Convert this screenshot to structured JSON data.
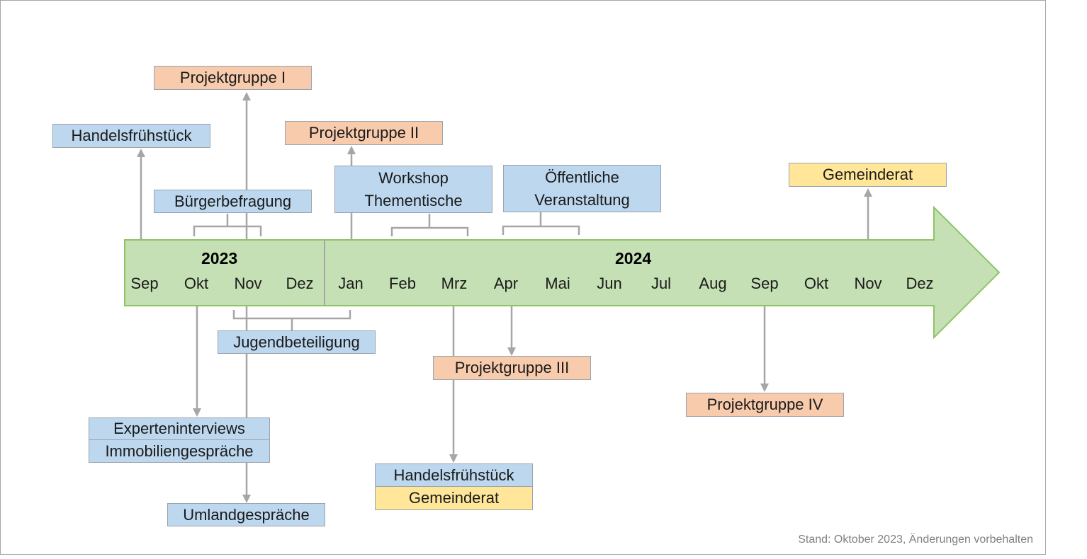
{
  "timeline": {
    "years": [
      "2023",
      "2024"
    ],
    "months": [
      "Sep",
      "Okt",
      "Nov",
      "Dez",
      "Jan",
      "Feb",
      "Mrz",
      "Apr",
      "Mai",
      "Jun",
      "Jul",
      "Aug",
      "Sep",
      "Okt",
      "Nov",
      "Dez"
    ]
  },
  "events": {
    "handelsfruehstueck_top": "Handelsfrühstück",
    "projektgruppe_1": "Projektgruppe I",
    "buergerbefragung": "Bürgerbefragung",
    "projektgruppe_2": "Projektgruppe II",
    "workshop_line1": "Workshop",
    "workshop_line2": "Thementische",
    "veranstaltung_line1": "Öffentliche",
    "veranstaltung_line2": "Veranstaltung",
    "gemeinderat_top": "Gemeinderat",
    "jugendbeteiligung": "Jugendbeteiligung",
    "experteninterviews": "Experteninterviews",
    "immobiliengespraeche": "Immobiliengespräche",
    "umlandgespraeche": "Umlandgespräche",
    "projektgruppe_3": "Projektgruppe III",
    "projektgruppe_4": "Projektgruppe IV",
    "handelsfruehstueck_bottom": "Handelsfrühstück",
    "gemeinderat_bottom": "Gemeinderat"
  },
  "colors": {
    "arrow_fill": "#c5e0b4",
    "arrow_stroke": "#8fc464",
    "participation": "#bdd7ee",
    "project_group": "#f8cbad",
    "council": "#ffe699",
    "connector": "#a6a6a6"
  },
  "footnote": "Stand: Oktober 2023, Änderungen vorbehalten"
}
